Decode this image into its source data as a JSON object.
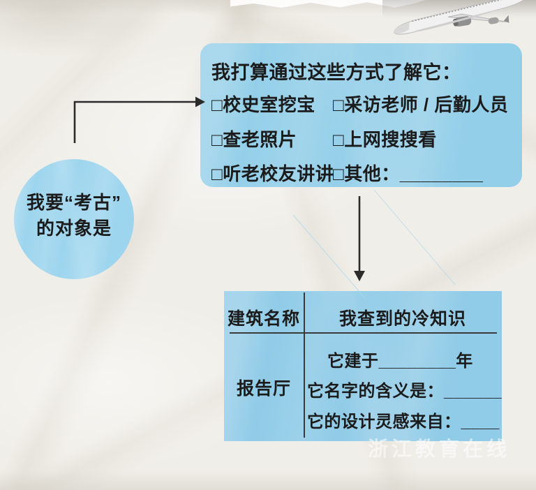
{
  "circle": {
    "line1": "我要“考古”",
    "line2": "的对象是"
  },
  "methods_box": {
    "title": "我打算通过这些方式了解它：",
    "rows": [
      {
        "col1": "□校史室挖宝",
        "col2": "□采访老师 / 后勤人员"
      },
      {
        "col1": "□查老照片",
        "col2": "□上网搜搜看"
      },
      {
        "col1": "□听老校友讲讲",
        "col2": "□其他：________"
      }
    ]
  },
  "table": {
    "header": {
      "col1": "建筑名称",
      "col2": "我查到的冷知识"
    },
    "row": {
      "name": "报告厅",
      "facts": [
        "它建于________年",
        "它名字的含义是：______",
        "它的设计灵感来自：____"
      ]
    }
  },
  "watermark": "浙江教育在线",
  "icons": {
    "airplane": "airplane-image",
    "arrow_right": "elbow-arrow-right",
    "arrow_down": "arrow-down"
  },
  "colors": {
    "box_blue": "#94cfe9",
    "circle_blue": "#9dd5ee",
    "table_blue": "#90cbe7",
    "paper": "#f0eee8",
    "arrow": "#2b2b2b",
    "text": "#1b1b1b",
    "table_line": "#3a3a3a",
    "watermark_white": "rgba(255,255,255,0.55)"
  }
}
